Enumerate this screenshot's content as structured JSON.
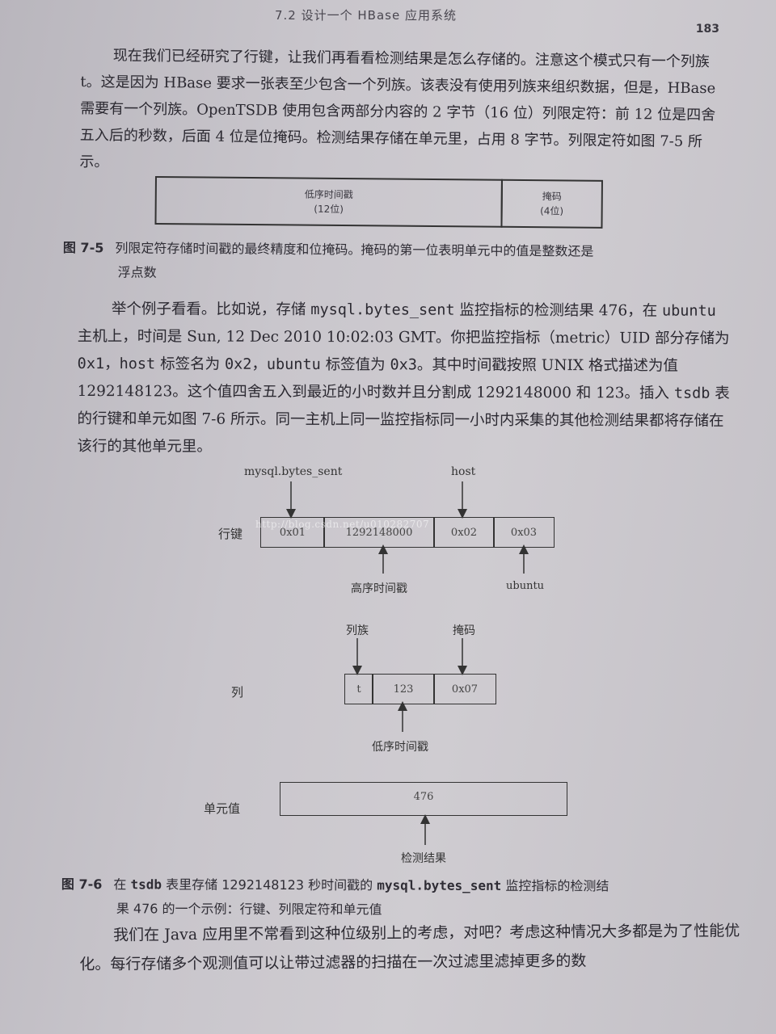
{
  "header": {
    "running_title": "7.2   设计一个 HBase 应用系统",
    "page_number": "183"
  },
  "para1": "现在我们已经研究了行键，让我们再看看检测结果是怎么存储的。注意这个模式只有一个列族 t。这是因为 HBase 要求一张表至少包含一个列族。该表没有使用列族来组织数据，但是，HBase 需要有一个列族。OpenTSDB 使用包含两部分内容的 2 字节（16 位）列限定符：前 12 位是四舍五入后的秒数，后面 4 位是位掩码。检测结果存储在单元里，占用 8 字节。列限定符如图 7-5 所示。",
  "fig75": {
    "left_label": "低序时间戳",
    "left_sub": "(12位)",
    "right_label": "掩码",
    "right_sub": "(4位)",
    "caption_num": "图 7-5",
    "caption_line1": "列限定符存储时间戳的最终精度和位掩码。掩码的第一位表明单元中的值是整数还是",
    "caption_line2": "浮点数"
  },
  "para2": {
    "t1": "举个例子看看。比如说，存储 ",
    "c1": "mysql.bytes_sent",
    "t2": " 监控指标的检测结果 476，在 ",
    "c2": "ubuntu",
    "t3": " 主机上，时间是 Sun, 12 Dec 2010 10:02:03 GMT。你把监控指标（metric）UID 部分存储为 ",
    "c3": "0x1",
    "t4": "，",
    "c4": "host",
    "t5": " 标签名为 ",
    "c5": "0x2",
    "t6": "，",
    "c6": "ubuntu",
    "t7": " 标签值为 ",
    "c7": "0x3",
    "t8": "。其中时间戳按照 UNIX 格式描述为值 1292148123。这个值四舍五入到最近的小时数并且分割成 1292148000 和 123。插入 ",
    "c8": "tsdb",
    "t9": " 表的行键和单元如图 7-6 所示。同一主机上同一监控指标同一小时内采集的其他检测结果都将存储在该行的其他单元里。"
  },
  "fig76": {
    "top_label_metric": "mysql.bytes_sent",
    "top_label_host": "host",
    "rowkey_label": "行键",
    "rowkey_cells": [
      "0x01",
      "1292148000",
      "0x02",
      "0x03"
    ],
    "watermark": "http://blog.csdn.net/u010282707",
    "high_ts_label": "高序时间戳",
    "ubuntu_label": "ubuntu",
    "family_label": "列族",
    "mask_label": "掩码",
    "column_label": "列",
    "column_cells": [
      "t",
      "123",
      "0x07"
    ],
    "low_ts_label": "低序时间戳",
    "cell_value_label": "单元值",
    "cell_value": "476",
    "measure_label": "检测结果"
  },
  "cap76": {
    "num": "图 7-6",
    "t1": "在 ",
    "c1": "tsdb",
    "t2": " 表里存储 1292148123 秒时间戳的 ",
    "c2": "mysql.bytes_sent",
    "t3": " 监控指标的检测结",
    "line2": "果 476 的一个示例：行键、列限定符和单元值"
  },
  "para3": "我们在 Java 应用里不常看到这种位级别上的考虑，对吧？考虑这种情况大多都是为了性能优化。每行存储多个观测值可以让带过滤器的扫描在一次过滤里滤掉更多的数"
}
